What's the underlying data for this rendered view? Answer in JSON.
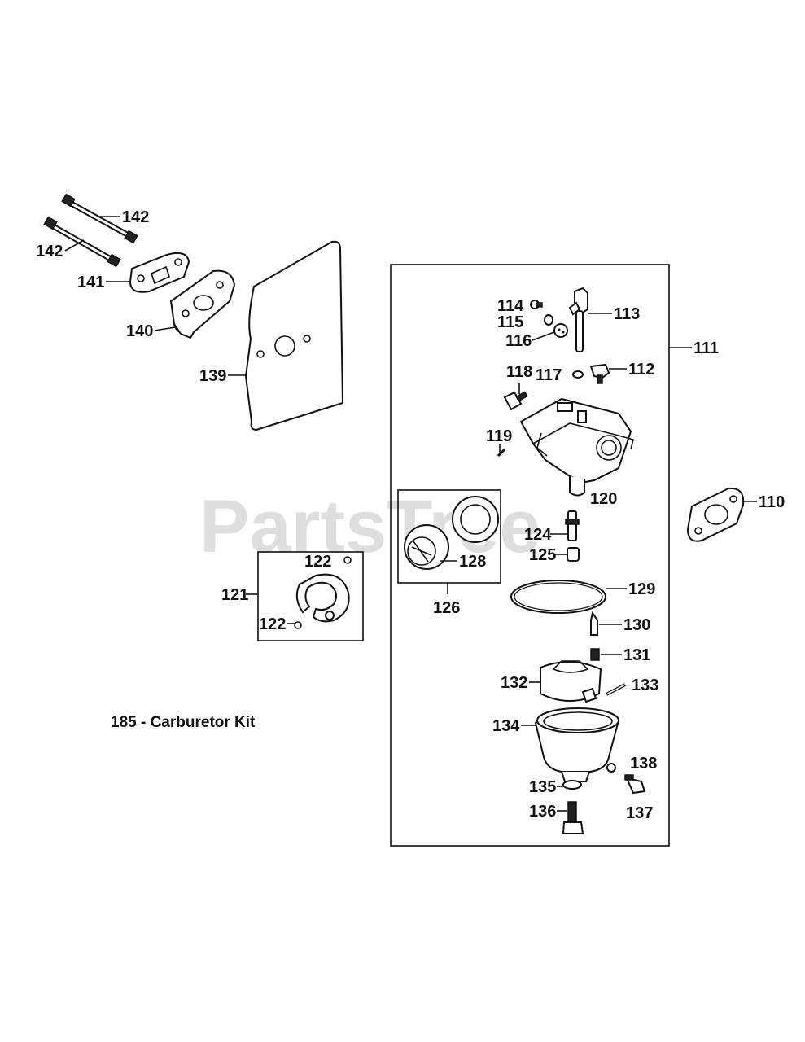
{
  "watermark": "PartsTree",
  "kit_note": "185 - Carburetor Kit",
  "callouts": {
    "p142a": "142",
    "p142b": "142",
    "p141": "141",
    "p140": "140",
    "p139": "139",
    "p111": "111",
    "p113": "113",
    "p114": "114",
    "p115": "115",
    "p116": "116",
    "p112": "112",
    "p117": "117",
    "p118": "118",
    "p119": "119",
    "p120": "120",
    "p110": "110",
    "p124": "124",
    "p125": "125",
    "p128": "128",
    "p126": "126",
    "p121": "121",
    "p122a": "122",
    "p122b": "122",
    "p129": "129",
    "p130": "130",
    "p131": "131",
    "p132": "132",
    "p133": "133",
    "p134": "134",
    "p138": "138",
    "p135": "135",
    "p137": "137",
    "p136": "136"
  }
}
